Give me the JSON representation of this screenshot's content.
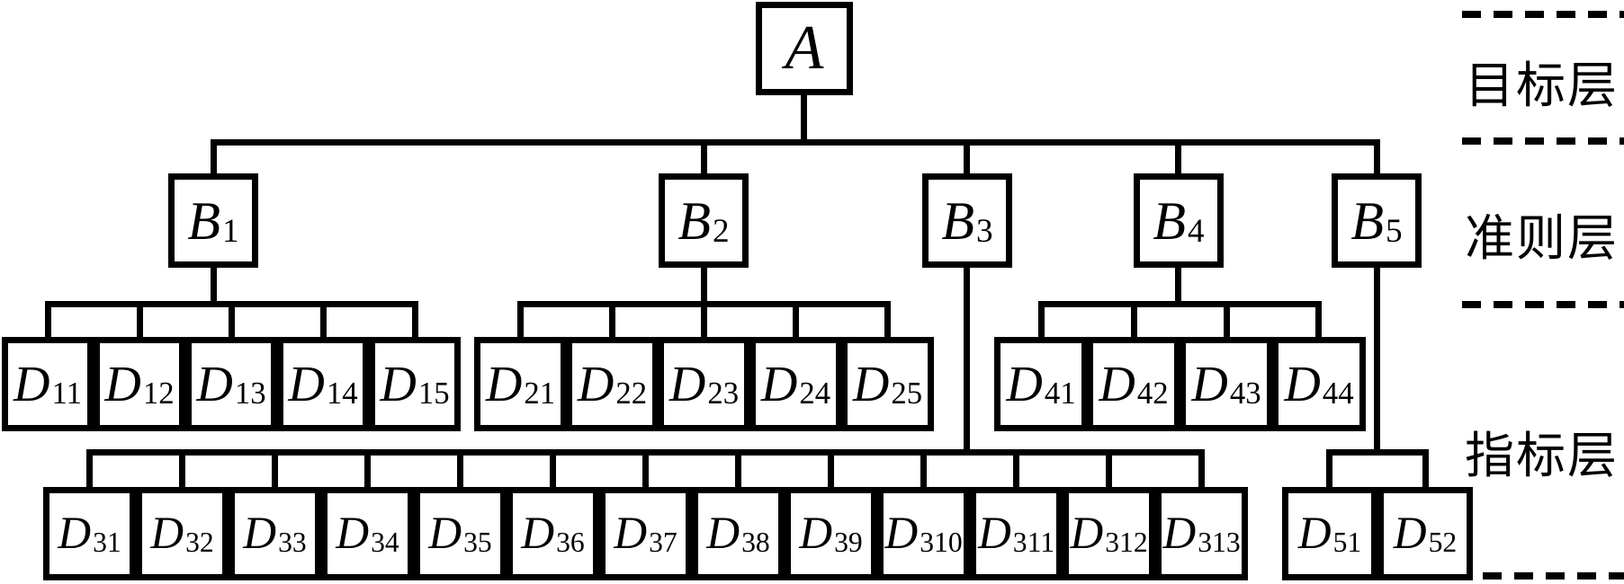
{
  "colors": {
    "background": "#ffffff",
    "ink": "#000000"
  },
  "nodes": {
    "goal": {
      "base": "A"
    },
    "criteria": [
      {
        "base": "B",
        "sub": "1"
      },
      {
        "base": "B",
        "sub": "2"
      },
      {
        "base": "B",
        "sub": "3"
      },
      {
        "base": "B",
        "sub": "4"
      },
      {
        "base": "B",
        "sub": "5"
      }
    ],
    "group1": [
      {
        "base": "D",
        "sub": "11"
      },
      {
        "base": "D",
        "sub": "12"
      },
      {
        "base": "D",
        "sub": "13"
      },
      {
        "base": "D",
        "sub": "14"
      },
      {
        "base": "D",
        "sub": "15"
      }
    ],
    "group2": [
      {
        "base": "D",
        "sub": "21"
      },
      {
        "base": "D",
        "sub": "22"
      },
      {
        "base": "D",
        "sub": "23"
      },
      {
        "base": "D",
        "sub": "24"
      },
      {
        "base": "D",
        "sub": "25"
      }
    ],
    "group3": [
      {
        "base": "D",
        "sub": "31"
      },
      {
        "base": "D",
        "sub": "32"
      },
      {
        "base": "D",
        "sub": "33"
      },
      {
        "base": "D",
        "sub": "34"
      },
      {
        "base": "D",
        "sub": "35"
      },
      {
        "base": "D",
        "sub": "36"
      },
      {
        "base": "D",
        "sub": "37"
      },
      {
        "base": "D",
        "sub": "38"
      },
      {
        "base": "D",
        "sub": "39"
      },
      {
        "base": "D",
        "sub": "310"
      },
      {
        "base": "D",
        "sub": "311"
      },
      {
        "base": "D",
        "sub": "312"
      },
      {
        "base": "D",
        "sub": "313"
      }
    ],
    "group4": [
      {
        "base": "D",
        "sub": "41"
      },
      {
        "base": "D",
        "sub": "42"
      },
      {
        "base": "D",
        "sub": "43"
      },
      {
        "base": "D",
        "sub": "44"
      }
    ],
    "group5": [
      {
        "base": "D",
        "sub": "51"
      },
      {
        "base": "D",
        "sub": "52"
      }
    ]
  },
  "layers": [
    {
      "label": "目标层"
    },
    {
      "label": "准则层"
    },
    {
      "label": "指标层"
    }
  ]
}
